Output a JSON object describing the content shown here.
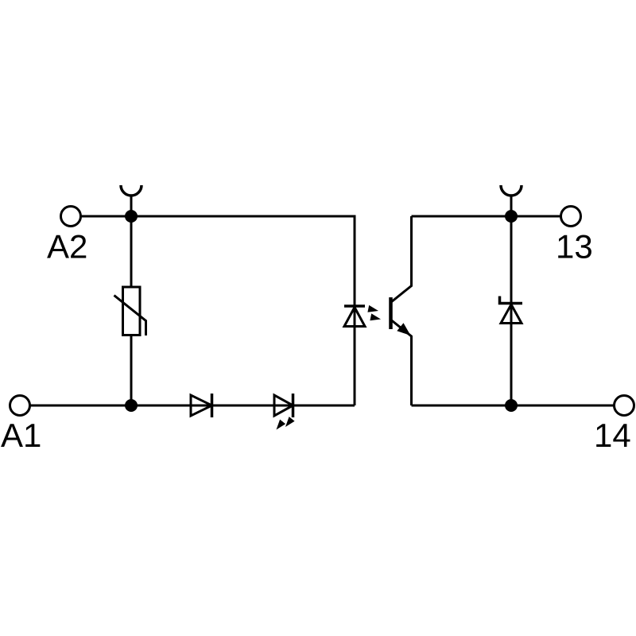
{
  "diagram": {
    "kind": "relay-module-optocoupler-circuit-schematic",
    "background_color": "#ffffff",
    "line_color": "#000000"
  },
  "terminals": {
    "a2": "A2",
    "a1": "A1",
    "t13": "13",
    "t14": "14"
  },
  "components": {
    "varistor": "varistor",
    "series_diode": "series-diode",
    "status_led": "status-led-with-emission-arrows",
    "opto_led": "optocoupler-led",
    "phototransistor": "npn-phototransistor",
    "suppressor_diode": "zener-suppressor-diode",
    "test_tap_left": "test-socket-fork",
    "test_tap_right": "test-socket-fork"
  }
}
